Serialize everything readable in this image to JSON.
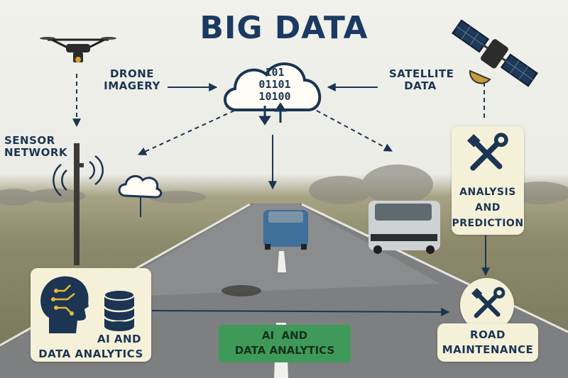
{
  "title": "BIG DATA",
  "cloud_binary": [
    "101",
    "01101",
    "10100"
  ],
  "nodes": {
    "drone": [
      "DRONE",
      "IMAGERY"
    ],
    "satellite": [
      "SATELLITE",
      "DATA"
    ],
    "sensor": [
      "SENSOR",
      "NETWORK"
    ],
    "analysis": [
      "ANALYSIS",
      "AND",
      "PREDICTION"
    ],
    "ai_left": [
      "AI AND",
      "DATA ANALYTICS"
    ],
    "ai_center": [
      "AI  AND",
      "DATA ANALYTICS"
    ],
    "road": [
      "ROAD",
      "MAINTENANCE"
    ]
  },
  "colors": {
    "navy": "#1b3553",
    "panel": "#f5f1d9",
    "green": "#3f9a5a"
  }
}
